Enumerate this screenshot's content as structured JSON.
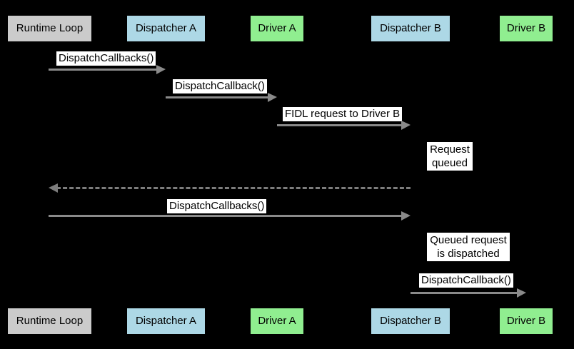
{
  "diagram": {
    "type": "sequence-diagram",
    "participants": [
      {
        "id": "runtime-loop",
        "label": "Runtime Loop",
        "color": "#cbcbcb"
      },
      {
        "id": "dispatcher-a",
        "label": "Dispatcher A",
        "color": "#add8e6"
      },
      {
        "id": "driver-a",
        "label": "Driver A",
        "color": "#90ee90"
      },
      {
        "id": "dispatcher-b",
        "label": "Dispatcher B",
        "color": "#add8e6"
      },
      {
        "id": "driver-b",
        "label": "Driver B",
        "color": "#90ee90"
      }
    ],
    "messages": [
      {
        "label": "DispatchCallbacks()",
        "from": "Runtime Loop",
        "to": "Dispatcher A",
        "style": "solid"
      },
      {
        "label": "DispatchCallback()",
        "from": "Dispatcher A",
        "to": "Driver A",
        "style": "solid"
      },
      {
        "label": "FIDL request to Driver B",
        "from": "Driver A",
        "to": "Dispatcher B",
        "style": "solid"
      },
      {
        "label": "",
        "from": "Dispatcher B",
        "to": "Runtime Loop",
        "style": "dashed"
      },
      {
        "label": "DispatchCallbacks()",
        "from": "Runtime Loop",
        "to": "Dispatcher B",
        "style": "solid"
      },
      {
        "label": "DispatchCallback()",
        "from": "Dispatcher B",
        "to": "Driver B",
        "style": "solid"
      }
    ],
    "notes": [
      {
        "text": "Request queued",
        "near": "Dispatcher B"
      },
      {
        "text": "Queued request is dispatched",
        "near": "Dispatcher B"
      }
    ],
    "colors": {
      "background": "#000000",
      "runtime_loop_box": "#cbcbcb",
      "dispatcher_box": "#add8e6",
      "driver_box": "#90ee90",
      "arrow": "#8a8a8a",
      "dashed_arrow": "#7d7d7d",
      "label_background": "#ffffff",
      "label_text": "#000000"
    }
  }
}
